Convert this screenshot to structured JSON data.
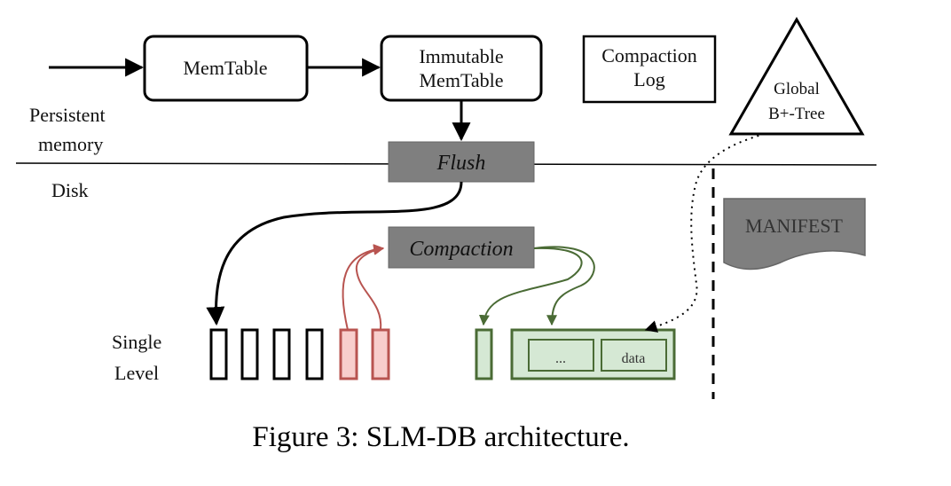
{
  "diagram": {
    "memtable": "MemTable",
    "immutable_line1": "Immutable",
    "immutable_line2": "MemTable",
    "compaction_log_line1": "Compaction",
    "compaction_log_line2": "Log",
    "btree_line1": "Global",
    "btree_line2": "B+-Tree",
    "persistent_line1": "Persistent",
    "persistent_line2": "memory",
    "disk": "Disk",
    "flush": "Flush",
    "compaction": "Compaction",
    "manifest": "MANIFEST",
    "single_line1": "Single",
    "single_line2": "Level",
    "ellipsis": "...",
    "data": "data"
  },
  "caption": "Figure 3: SLM-DB architecture.",
  "colors": {
    "black": "#000000",
    "gray_box": "#7f7f7f",
    "red_stroke": "#b85450",
    "red_fill": "#f8cecc",
    "green_stroke": "#4a6b35",
    "green_fill": "#d5e8d4"
  }
}
